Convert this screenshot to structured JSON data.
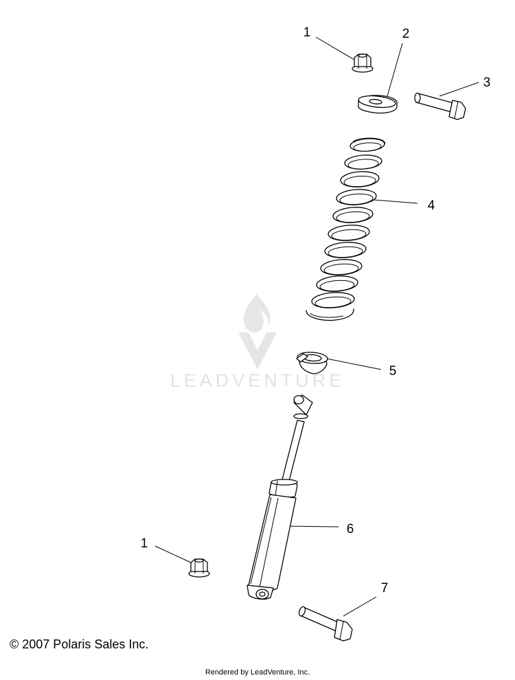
{
  "diagram": {
    "watermark_text": "LEADVENTURE",
    "callouts": [
      "1",
      "2",
      "3",
      "4",
      "5",
      "6",
      "1",
      "7"
    ],
    "parts": [
      {
        "callout": "1",
        "icon": "flange-nut-icon"
      },
      {
        "callout": "2",
        "icon": "washer-icon"
      },
      {
        "callout": "3",
        "icon": "bolt-icon"
      },
      {
        "callout": "4",
        "icon": "coil-spring-icon"
      },
      {
        "callout": "5",
        "icon": "spring-retainer-icon"
      },
      {
        "callout": "6",
        "icon": "shock-absorber-icon"
      },
      {
        "callout": "1",
        "icon": "flange-nut-icon"
      },
      {
        "callout": "7",
        "icon": "bolt-icon"
      }
    ]
  },
  "footer": {
    "copyright": "© 2007 Polaris Sales Inc.",
    "rendered_by": "Rendered by LeadVenture, Inc."
  }
}
